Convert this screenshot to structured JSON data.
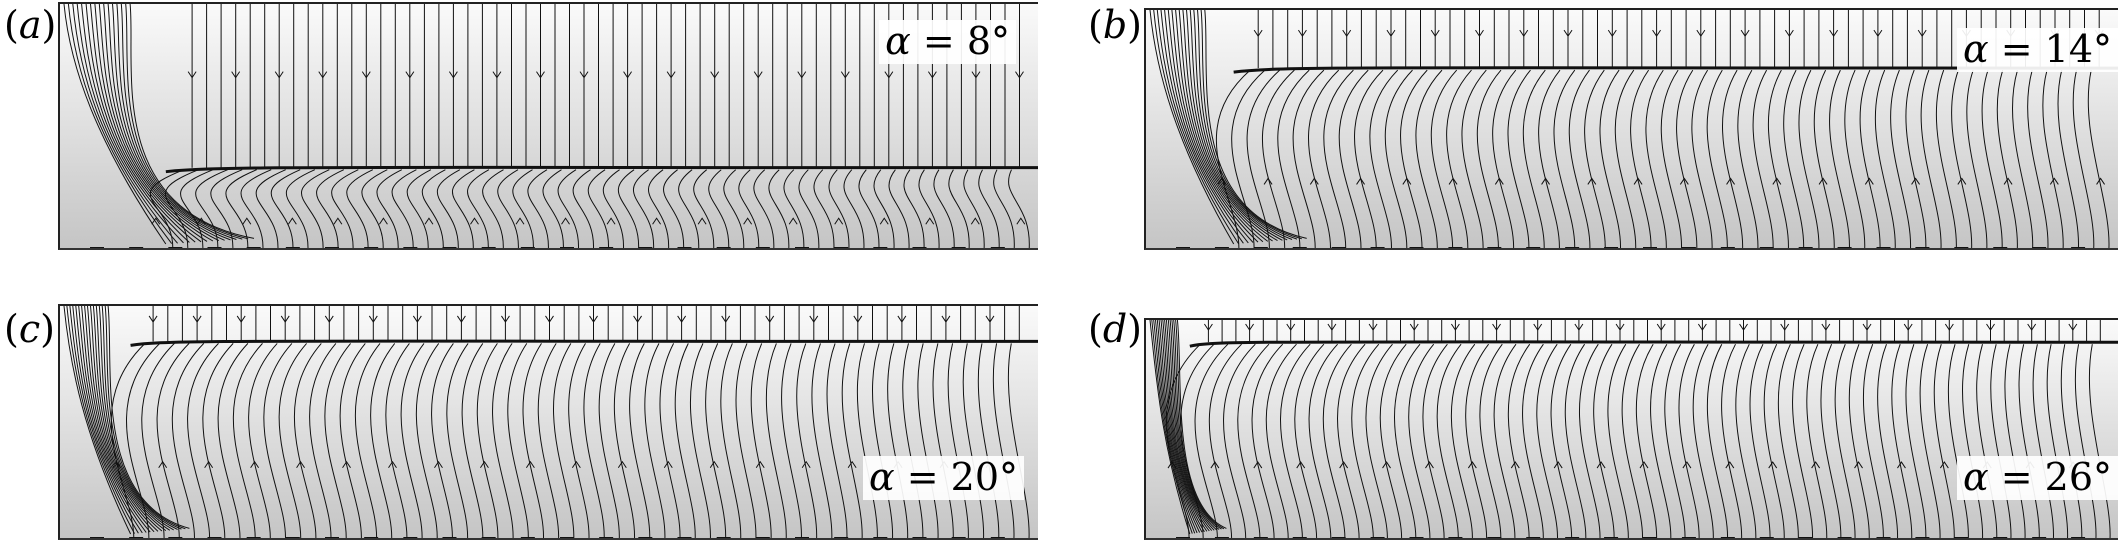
{
  "panels": [
    {
      "id": "a",
      "label_open": "(",
      "label_letter": "a",
      "label_close": ")",
      "alpha_symbol": "α",
      "alpha_eq": " = ",
      "alpha_value": "8°"
    },
    {
      "id": "b",
      "label_open": "(",
      "label_letter": "b",
      "label_close": ")",
      "alpha_symbol": "α",
      "alpha_eq": " = ",
      "alpha_value": "14°"
    },
    {
      "id": "c",
      "label_open": "(",
      "label_letter": "c",
      "label_close": ")",
      "alpha_symbol": "α",
      "alpha_eq": " = ",
      "alpha_value": "20°"
    },
    {
      "id": "d",
      "label_open": "(",
      "label_letter": "d",
      "label_close": ")",
      "alpha_symbol": "α",
      "alpha_eq": " = ",
      "alpha_value": "26°"
    }
  ],
  "colors": {
    "streamline": "#111111",
    "background_top": "#fafafa",
    "background_bottom": "#c4c4c4",
    "frame": "#222222"
  }
}
